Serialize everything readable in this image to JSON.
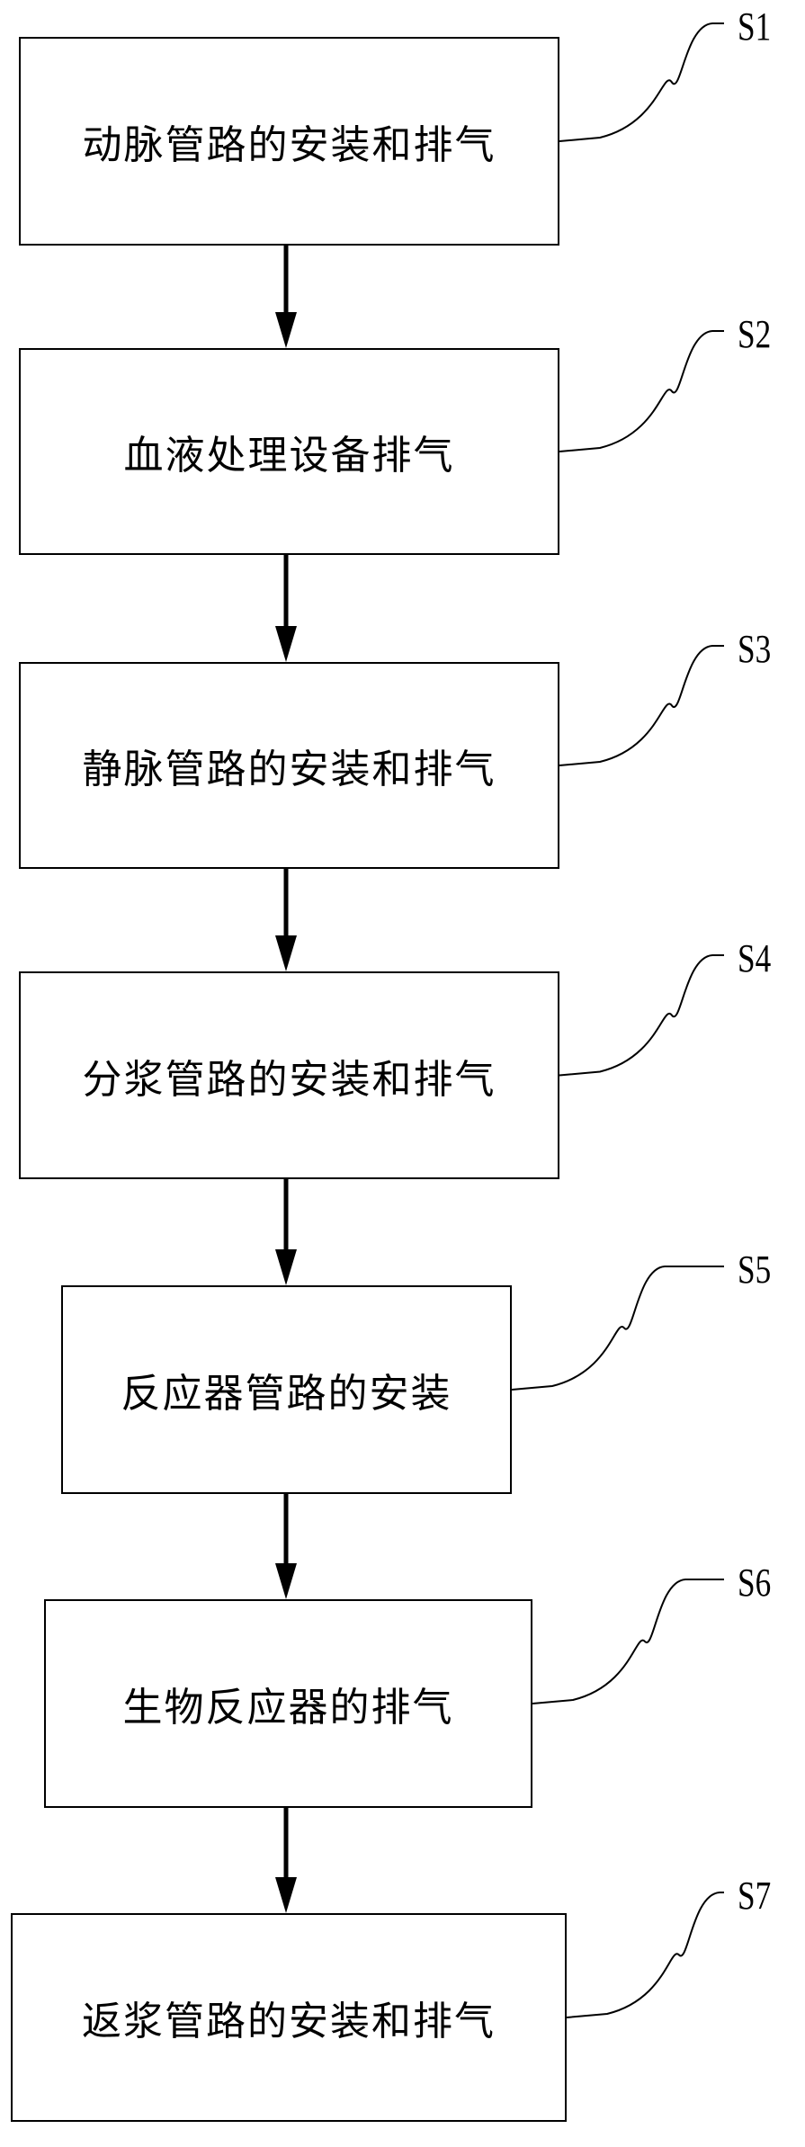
{
  "diagram": {
    "type": "flowchart",
    "direction": "top-to-bottom",
    "steps": [
      {
        "id": "S1",
        "label": "S1",
        "text": "动脉管路的安装和排气"
      },
      {
        "id": "S2",
        "label": "S2",
        "text": "血液处理设备排气"
      },
      {
        "id": "S3",
        "label": "S3",
        "text": "静脉管路的安装和排气"
      },
      {
        "id": "S4",
        "label": "S4",
        "text": "分浆管路的安装和排气"
      },
      {
        "id": "S5",
        "label": "S5",
        "text": "反应器管路的安装"
      },
      {
        "id": "S6",
        "label": "S6",
        "text": "生物反应器的排气"
      },
      {
        "id": "S7",
        "label": "S7",
        "text": "返浆管路的安装和排气"
      }
    ],
    "edges": [
      {
        "from": "S1",
        "to": "S2"
      },
      {
        "from": "S2",
        "to": "S3"
      },
      {
        "from": "S3",
        "to": "S4"
      },
      {
        "from": "S4",
        "to": "S5"
      },
      {
        "from": "S5",
        "to": "S6"
      },
      {
        "from": "S6",
        "to": "S7"
      }
    ],
    "colors": {
      "stroke": "#000000",
      "background": "#ffffff"
    }
  }
}
